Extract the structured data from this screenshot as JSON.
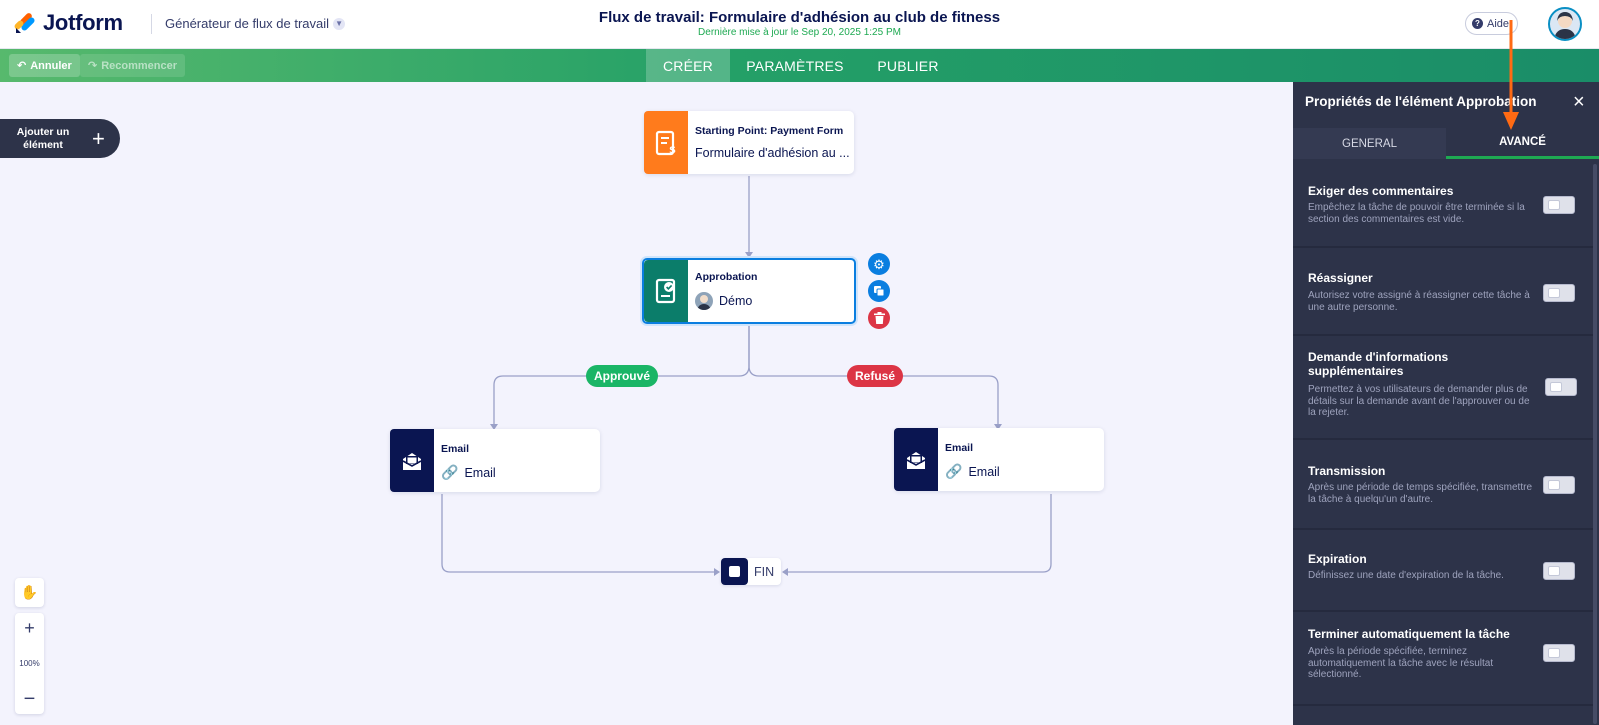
{
  "header": {
    "logo_text": "Jotform",
    "builder_label": "Générateur de flux de travail",
    "title": "Flux de travail: Formulaire d'adhésion au club de fitness",
    "subtitle": "Dernière mise à jour le Sep 20, 2025 1:25 PM",
    "help_label": "Aide"
  },
  "toolbar": {
    "undo_label": "Annuler",
    "redo_label": "Recommencer"
  },
  "nav_tabs": [
    {
      "label": "CRÉER",
      "active": true
    },
    {
      "label": "PARAMÈTRES",
      "active": false
    },
    {
      "label": "PUBLIER",
      "active": false
    }
  ],
  "canvas": {
    "add_element_label": "Ajouter un élément",
    "zoom_label": "100%",
    "start_node": {
      "label": "Starting Point: Payment Form",
      "value": "Formulaire d'adhésion au ..."
    },
    "approval_node": {
      "label": "Approbation",
      "value": "Démo"
    },
    "branch_approved": "Approuvé",
    "branch_refused": "Refusé",
    "email_left": {
      "label": "Email",
      "value": "Email"
    },
    "email_right": {
      "label": "Email",
      "value": "Email"
    },
    "end_label": "FIN"
  },
  "colors": {
    "brand_navy": "#0a1551",
    "accent_green": "#1ea952",
    "start_orange": "#ff7b1c",
    "approval_teal": "#0b7d6a",
    "refused_red": "#dc3545",
    "selected_blue": "#0a7ee0"
  },
  "panel": {
    "title": "Propriétés de l'élément Approbation",
    "tabs": [
      {
        "label": "GENERAL",
        "active": false
      },
      {
        "label": "AVANCÉ",
        "active": true
      }
    ],
    "rows": [
      {
        "title": "Exiger des commentaires",
        "desc": "Empêchez la tâche de pouvoir être terminée si la section des commentaires est vide.",
        "enabled": false
      },
      {
        "title": "Réassigner",
        "desc": "Autorisez votre assigné à réassigner cette tâche à une autre personne.",
        "enabled": false
      },
      {
        "title": "Demande d'informations supplémentaires",
        "desc": "Permettez à vos utilisateurs de demander plus de détails sur la demande avant de l'approuver ou de la rejeter.",
        "enabled": false
      },
      {
        "title": "Transmission",
        "desc": "Après une période de temps spécifiée, transmettre la tâche à quelqu'un d'autre.",
        "enabled": false
      },
      {
        "title": "Expiration",
        "desc": "Définissez une date d'expiration de la tâche.",
        "enabled": false
      },
      {
        "title": "Terminer automatiquement la tâche",
        "desc": "Après la période spécifiée, terminez automatiquement la tâche avec le résultat sélectionné.",
        "enabled": false
      }
    ]
  }
}
